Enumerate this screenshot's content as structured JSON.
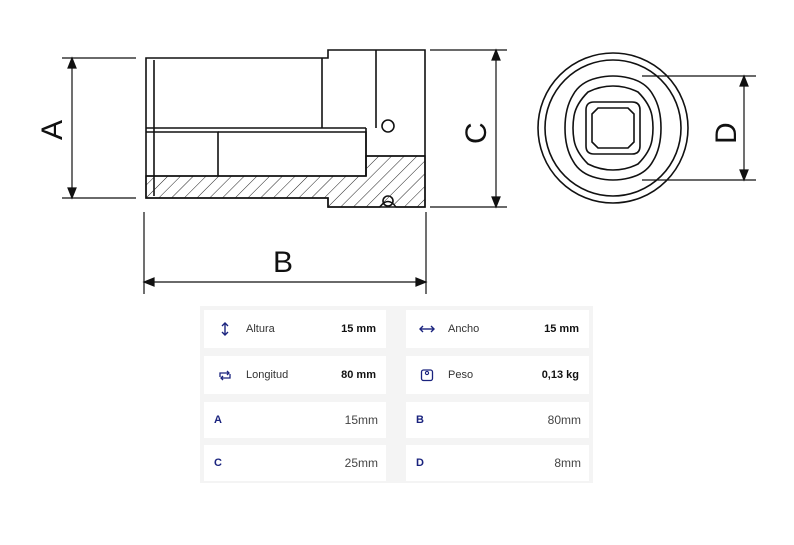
{
  "drawing": {
    "label_a": "A",
    "label_b": "B",
    "label_c": "C",
    "label_d": "D"
  },
  "specs": {
    "altura": {
      "label": "Altura",
      "value": "15 mm",
      "icon": "vertical-arrow-icon"
    },
    "ancho": {
      "label": "Ancho",
      "value": "15 mm",
      "icon": "horizontal-arrow-icon"
    },
    "longitud": {
      "label": "Longitud",
      "value": "80 mm",
      "icon": "length-arrows-icon"
    },
    "peso": {
      "label": "Peso",
      "value": "0,13 kg",
      "icon": "weight-icon"
    }
  },
  "measures": {
    "a": {
      "letter": "A",
      "value": "15mm"
    },
    "b": {
      "letter": "B",
      "value": "80mm"
    },
    "c": {
      "letter": "C",
      "value": "25mm"
    },
    "d": {
      "letter": "D",
      "value": "8mm"
    }
  },
  "colors": {
    "accent": "#1a237e",
    "line": "#111111",
    "panel_bg": "#f4f4f4"
  }
}
